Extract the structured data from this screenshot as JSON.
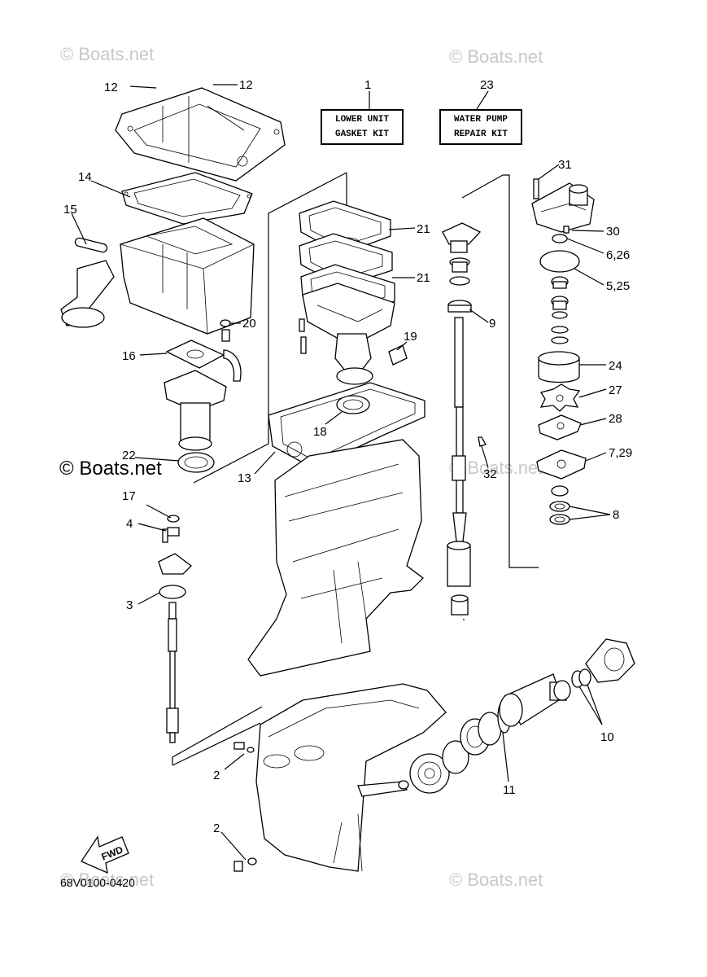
{
  "watermarks": {
    "top_left": "© Boats.net",
    "top_right": "© Boats.net",
    "middle_left": "© Boats.net",
    "middle_right": "© Boats.net",
    "bottom_left": "© Boats.net",
    "bottom_right": "© Boats.net"
  },
  "kits": {
    "lower_unit": {
      "callout": "1",
      "line1": "LOWER UNIT",
      "line2": "GASKET KIT"
    },
    "water_pump": {
      "callout": "23",
      "line1": "WATER PUMP",
      "line2": "REPAIR KIT"
    }
  },
  "callouts": {
    "c12a": "12",
    "c12b": "12",
    "c14": "14",
    "c15": "15",
    "c20": "20",
    "c16": "16",
    "c22": "22",
    "c21a": "21",
    "c21b": "21",
    "c19": "19",
    "c18": "18",
    "c13": "13",
    "c9": "9",
    "c32": "32",
    "c31": "31",
    "c30": "30",
    "c626": "6,26",
    "c525": "5,25",
    "c24": "24",
    "c27": "27",
    "c28": "28",
    "c729": "7,29",
    "c8": "8",
    "c17": "17",
    "c4": "4",
    "c3": "3",
    "c10": "10",
    "c11": "11",
    "c2a": "2",
    "c2b": "2"
  },
  "fwd_label": "FWD",
  "drawing_code": "68V0100-0420"
}
